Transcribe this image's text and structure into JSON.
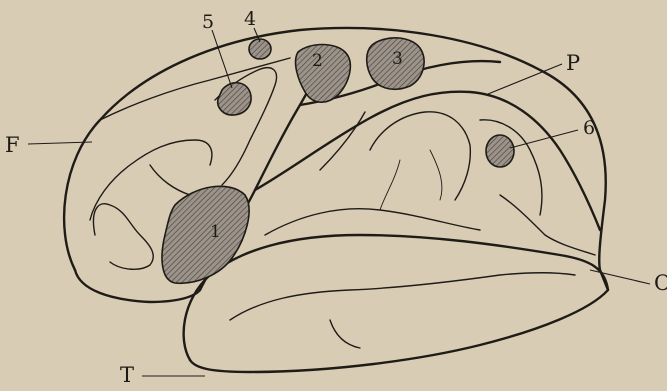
{
  "labels": {
    "F": "F",
    "P": "P",
    "O": "O",
    "T": "T"
  },
  "areas": {
    "a1": "1",
    "a2": "2",
    "a3": "3",
    "a4": "4",
    "a5": "5",
    "a6": "6"
  },
  "colors": {
    "paper": "#d9ccb4",
    "ink": "#1f1b17",
    "shade": "#8a8176"
  }
}
